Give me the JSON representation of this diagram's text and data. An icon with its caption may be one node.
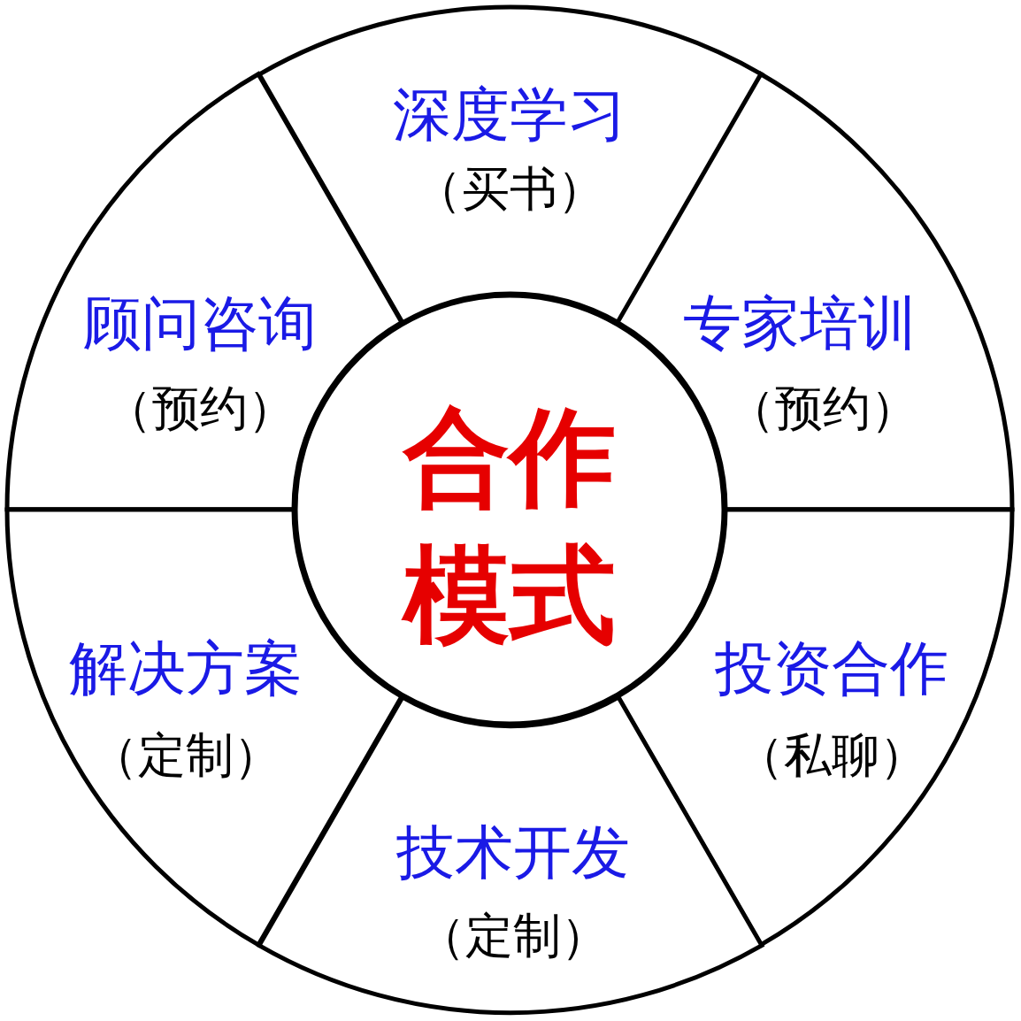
{
  "diagram": {
    "nodes": [
      {
        "text": [
          "深度学习",
          "（买书）"
        ]
      },
      {
        "text": [
          "顾问咨询",
          "（预约）"
        ]
      },
      {
        "text": [
          "专家培训",
          "（预约）"
        ]
      },
      {
        "text": [
          "合作模式"
        ]
      },
      {
        "text": [
          "解决方案",
          "（定制）"
        ]
      },
      {
        "text": [
          "投资合作",
          "（私聊）"
        ]
      },
      {
        "text": [
          "技术开发",
          "（定制）"
        ]
      }
    ]
  }
}
